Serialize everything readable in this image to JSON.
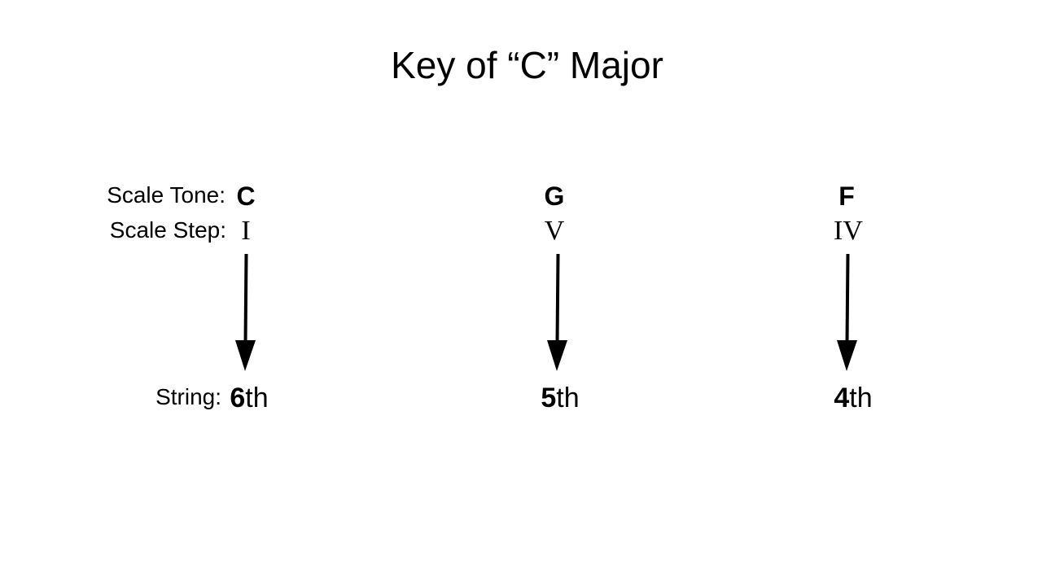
{
  "title": "Key of “C” Major",
  "labels": {
    "scale_tone": "Scale Tone:",
    "scale_step": "Scale Step:",
    "string": "String:"
  },
  "columns": [
    {
      "tone": "C",
      "step": "I",
      "string_num": "6",
      "string_suffix": "th"
    },
    {
      "tone": "G",
      "step": "V",
      "string_num": "5",
      "string_suffix": "th"
    },
    {
      "tone": "F",
      "step": "IV",
      "string_num": "4",
      "string_suffix": "th"
    }
  ],
  "colors": {
    "foreground": "#000000",
    "background": "#ffffff"
  }
}
